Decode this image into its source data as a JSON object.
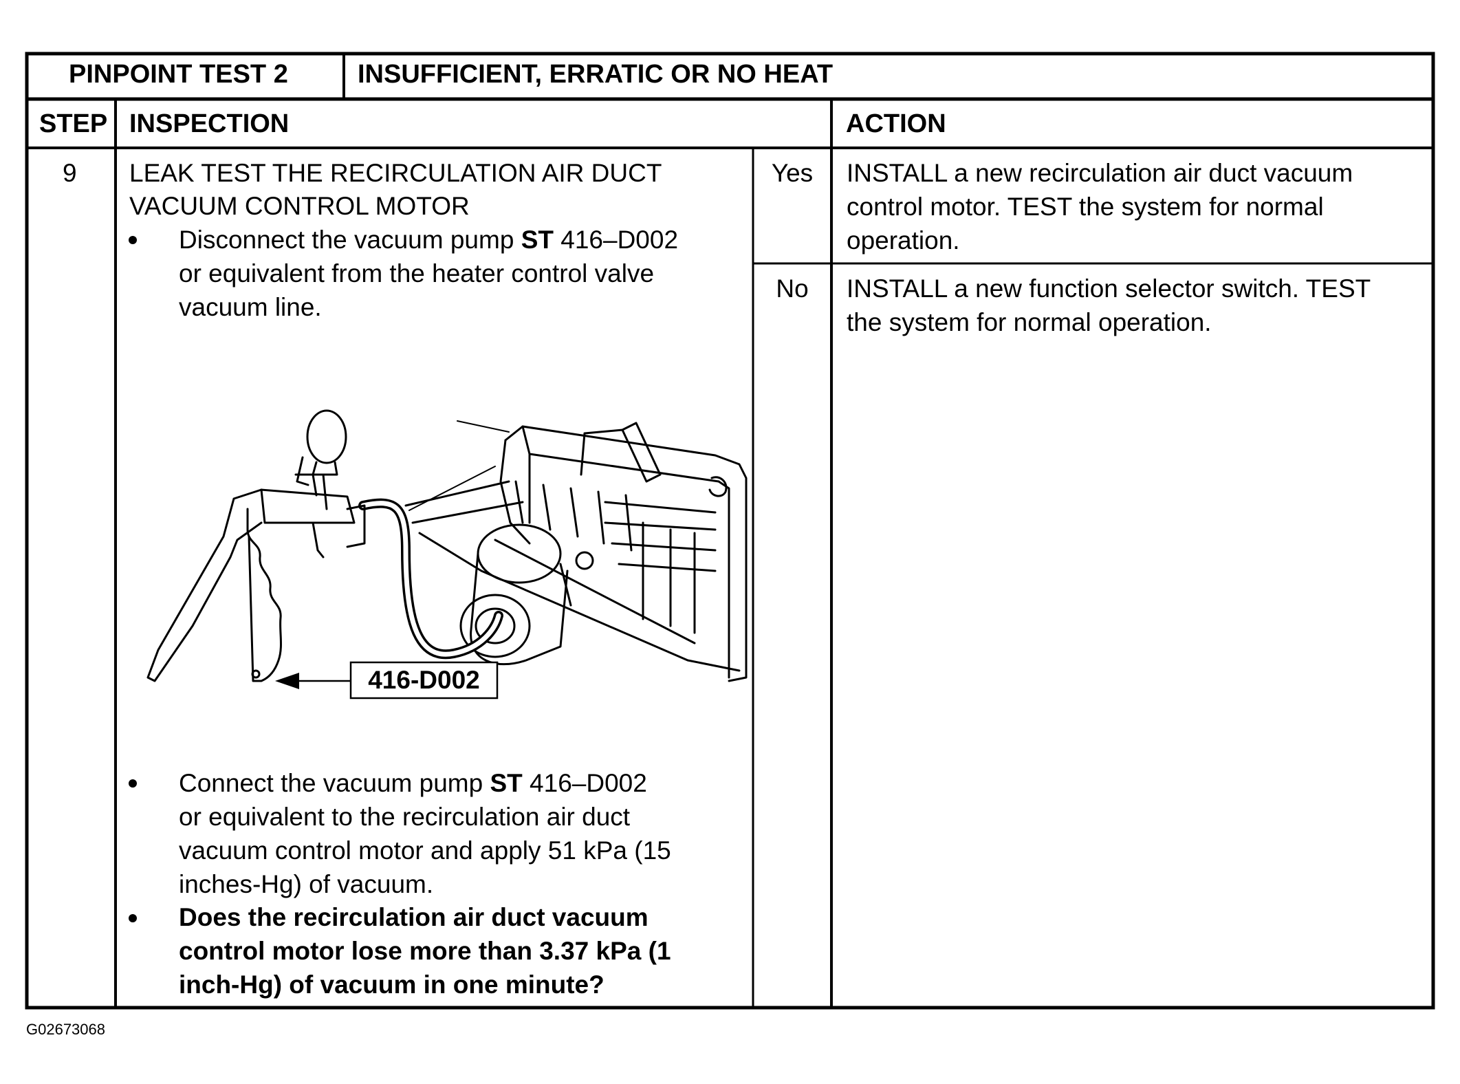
{
  "header": {
    "test_label": "PINPOINT TEST 2",
    "test_title": "INSUFFICIENT, ERRATIC OR NO HEAT"
  },
  "columns": {
    "step": "STEP",
    "inspection": "INSPECTION",
    "action": "ACTION"
  },
  "row": {
    "step_number": "9",
    "inspection_title_line1": "LEAK TEST THE RECIRCULATION AIR DUCT",
    "inspection_title_line2": "VACUUM CONTROL MOTOR",
    "bullet1": {
      "line1_pre": "Disconnect the vacuum pump ",
      "line1_bold": "ST",
      "line1_post": " 416–D002",
      "line2": "or equivalent from the heater control valve",
      "line3": "vacuum line."
    },
    "figure_callout": "416-D002",
    "bullet2": {
      "line1_pre": "Connect the vacuum pump ",
      "line1_bold": "ST",
      "line1_post": " 416–D002",
      "line2": "or equivalent to the recirculation air duct",
      "line3": "vacuum control motor and apply 51 kPa (15",
      "line4": "inches-Hg) of vacuum."
    },
    "bullet3": {
      "line1": "Does the recirculation air duct vacuum",
      "line2": "control motor lose more than 3.37 kPa (1",
      "line3": "inch-Hg) of vacuum in one minute?"
    },
    "answers": [
      {
        "label": "Yes",
        "action_line1": "INSTALL a new recirculation air duct vacuum",
        "action_line2": "control motor.  TEST the system for normal",
        "action_line3": "operation."
      },
      {
        "label": "No",
        "action_line1": "INSTALL a new function selector switch.  TEST",
        "action_line2": "the system for normal operation."
      }
    ]
  },
  "figure_id": "G02673068"
}
